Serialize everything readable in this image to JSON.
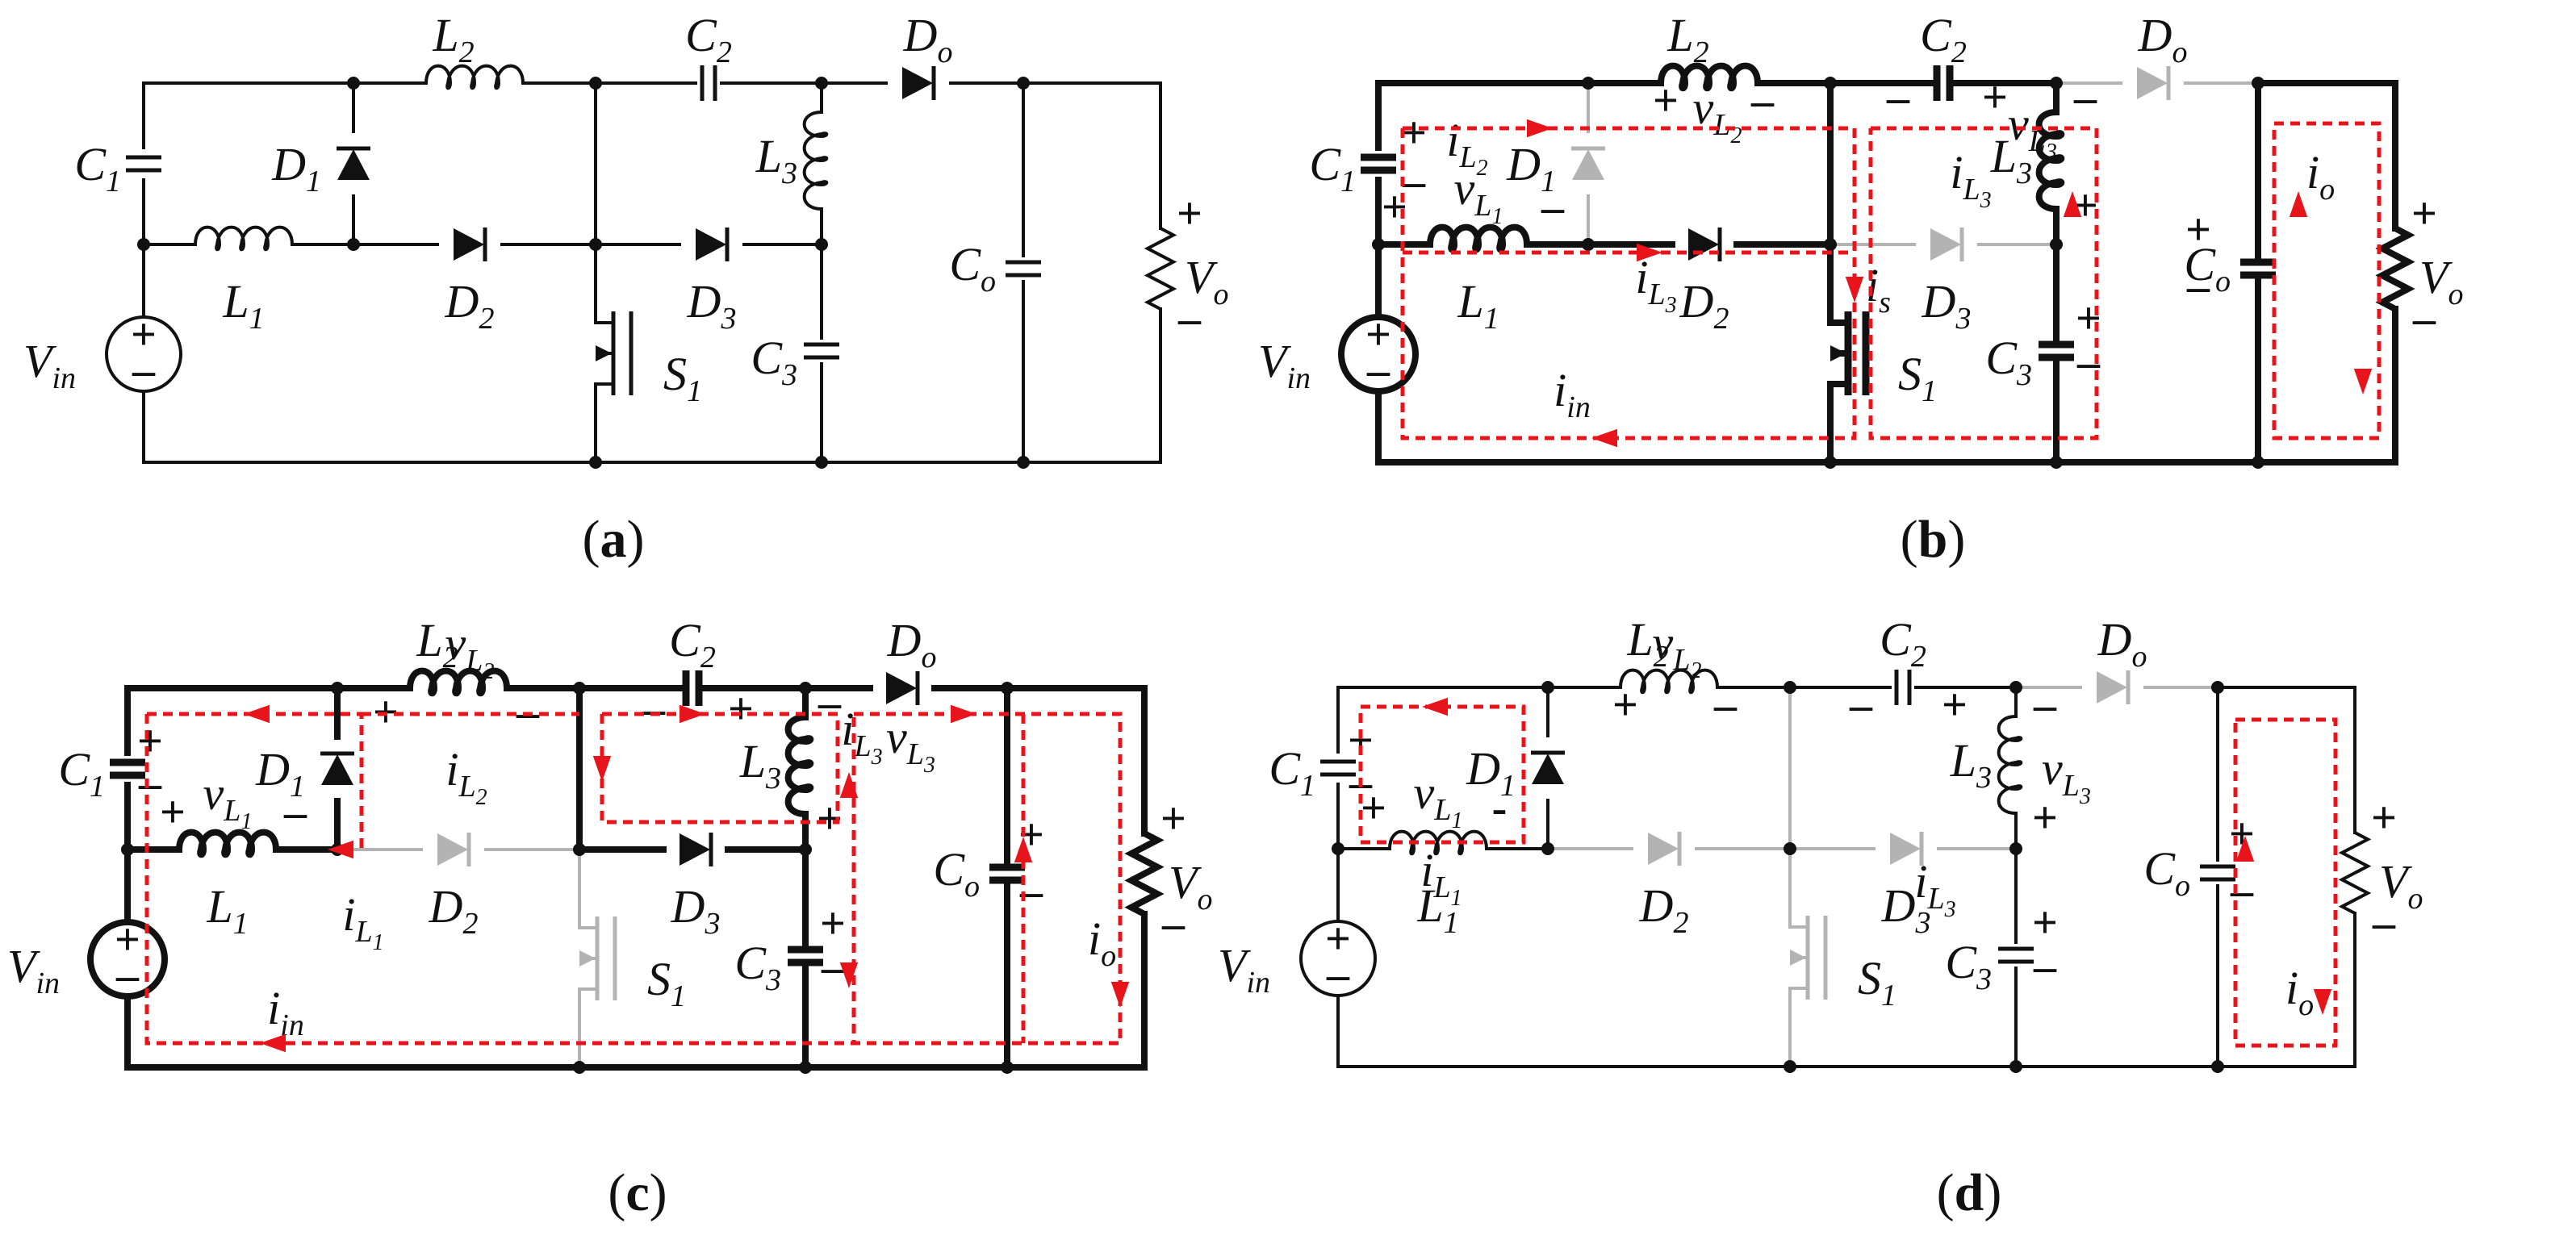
{
  "panels": [
    {
      "id": "a",
      "caption": "a",
      "labels": {
        "L1": [
          "L",
          "1"
        ],
        "L2": [
          "L",
          "2"
        ],
        "L3": [
          "L",
          "3"
        ],
        "C1": [
          "C",
          "1"
        ],
        "C2": [
          "C",
          "2"
        ],
        "C3": [
          "C",
          "3"
        ],
        "Co": [
          "C",
          "o"
        ],
        "D1": [
          "D",
          "1"
        ],
        "D2": [
          "D",
          "2"
        ],
        "D3": [
          "D",
          "3"
        ],
        "Do": [
          "D",
          "o"
        ],
        "S1": [
          "S",
          "1"
        ],
        "Vin": [
          "V",
          "in"
        ],
        "Vo": [
          "V",
          "o"
        ]
      }
    },
    {
      "id": "b",
      "caption": "b",
      "labels": {
        "L1": [
          "L",
          "1"
        ],
        "L2": [
          "L",
          "2"
        ],
        "L3": [
          "L",
          "3"
        ],
        "C1": [
          "C",
          "1"
        ],
        "C2": [
          "C",
          "2"
        ],
        "C3": [
          "C",
          "3"
        ],
        "Co": [
          "C",
          "o"
        ],
        "D1": [
          "D",
          "1"
        ],
        "D2": [
          "D",
          "2"
        ],
        "D3": [
          "D",
          "3"
        ],
        "Do": [
          "D",
          "o"
        ],
        "S1": [
          "S",
          "1"
        ],
        "Vin": [
          "V",
          "in"
        ],
        "Vo": [
          "V",
          "o"
        ]
      },
      "currents": {
        "iL2": [
          "i",
          "L",
          "2"
        ],
        "iL3a": [
          "i",
          "L",
          "3"
        ],
        "iL3b": [
          "i",
          "L",
          "3"
        ],
        "is": [
          "i",
          "s"
        ],
        "iin": [
          "i",
          "in"
        ],
        "io": [
          "i",
          "o"
        ]
      },
      "voltages": {
        "vL1": [
          "v",
          "L",
          "1"
        ],
        "vL2": [
          "v",
          "L",
          "2"
        ],
        "vL3": [
          "v",
          "L",
          "3"
        ]
      }
    },
    {
      "id": "c",
      "caption": "c",
      "labels": {
        "L1": [
          "L",
          "1"
        ],
        "L2": [
          "L",
          "2"
        ],
        "L3": [
          "L",
          "3"
        ],
        "C1": [
          "C",
          "1"
        ],
        "C2": [
          "C",
          "2"
        ],
        "C3": [
          "C",
          "3"
        ],
        "Co": [
          "C",
          "o"
        ],
        "D1": [
          "D",
          "1"
        ],
        "D2": [
          "D",
          "2"
        ],
        "D3": [
          "D",
          "3"
        ],
        "Do": [
          "D",
          "o"
        ],
        "S1": [
          "S",
          "1"
        ],
        "Vin": [
          "V",
          "in"
        ],
        "Vo": [
          "V",
          "o"
        ]
      },
      "currents": {
        "iL1": [
          "i",
          "L",
          "1"
        ],
        "iL2": [
          "i",
          "L",
          "2"
        ],
        "iL3": [
          "i",
          "L",
          "3"
        ],
        "iin": [
          "i",
          "in"
        ],
        "io": [
          "i",
          "o"
        ]
      },
      "voltages": {
        "vL1": [
          "v",
          "L",
          "1"
        ],
        "vL2": [
          "v",
          "L",
          "2"
        ],
        "vL3": [
          "v",
          "L",
          "3"
        ]
      }
    },
    {
      "id": "d",
      "caption": "d",
      "labels": {
        "L1": [
          "L",
          "1"
        ],
        "L2": [
          "L",
          "2"
        ],
        "L3": [
          "L",
          "3"
        ],
        "C1": [
          "C",
          "1"
        ],
        "C2": [
          "C",
          "2"
        ],
        "C3": [
          "C",
          "3"
        ],
        "Co": [
          "C",
          "o"
        ],
        "D1": [
          "D",
          "1"
        ],
        "D2": [
          "D",
          "2"
        ],
        "D3": [
          "D",
          "3"
        ],
        "Do": [
          "D",
          "o"
        ],
        "S1": [
          "S",
          "1"
        ],
        "Vin": [
          "V",
          "in"
        ],
        "Vo": [
          "V",
          "o"
        ]
      },
      "currents": {
        "iL1": [
          "i",
          "L",
          "1"
        ],
        "iL3": [
          "i",
          "L",
          "3"
        ],
        "io": [
          "i",
          "o"
        ]
      },
      "voltages": {
        "vL1": [
          "v",
          "L",
          "1"
        ],
        "vL2": [
          "v",
          "L",
          "2"
        ],
        "vL3": [
          "v",
          "L",
          "3"
        ]
      }
    }
  ],
  "colors": {
    "wire": "#111111",
    "inactive": "#b3b3b3",
    "current_path": "#e8141b"
  }
}
